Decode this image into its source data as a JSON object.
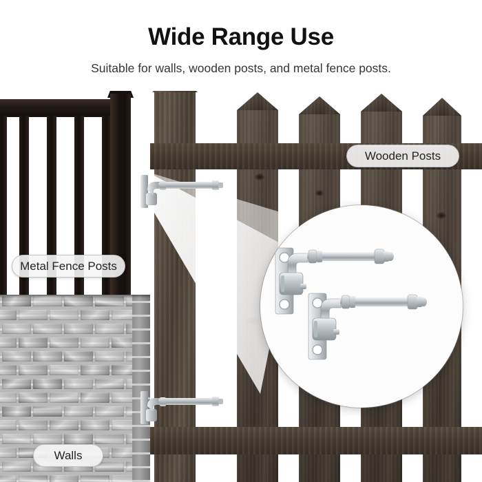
{
  "header": {
    "title": "Wide Range Use",
    "subtitle": "Suitable for walls, wooden posts, and metal fence posts."
  },
  "labels": {
    "wooden_posts": "Wooden Posts",
    "metal_fence_posts": "Metal Fence Posts",
    "walls": "Walls"
  },
  "scene": {
    "product": "galvanized-gate-latch",
    "magnifier": {
      "name": "product-closeup-circle",
      "items": [
        "gate-latch-upper",
        "gate-latch-lower"
      ]
    },
    "surfaces": [
      "metal-fence",
      "wooden-picket-fence",
      "brick-wall"
    ]
  },
  "colors": {
    "background": "#ffffff",
    "title": "#111111",
    "subtitle": "#353535",
    "wood_dark": "#4a4034",
    "wood_light": "#63564a",
    "metal_fence": "#150f0d",
    "brick_gray": "#a6a6a6",
    "hardware_steel": "#c9ccce",
    "pill_background": "#f6f6f6",
    "pill_border": "#b4b4b4",
    "pill_text": "#232323"
  }
}
